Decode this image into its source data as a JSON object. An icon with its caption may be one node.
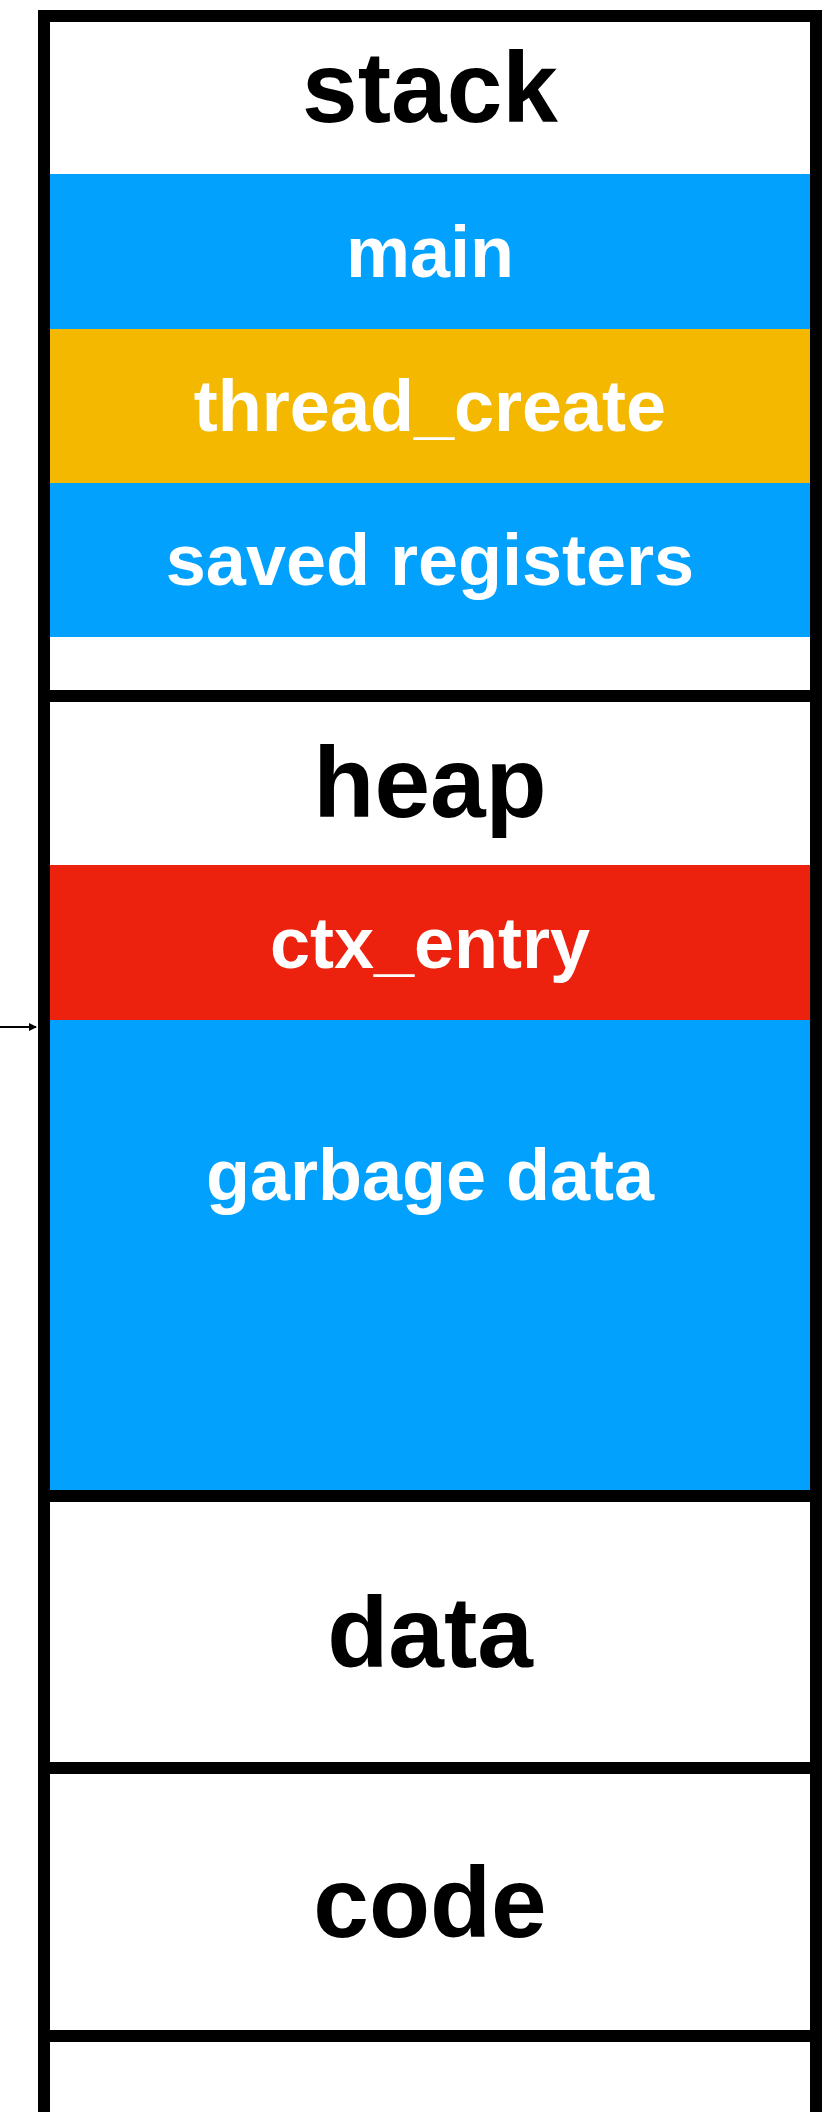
{
  "diagram": {
    "nodes": [
      {
        "text": [
          "stack"
        ]
      },
      {
        "text": [
          "main"
        ],
        "in": 0
      },
      {
        "text": [
          "thread_create"
        ],
        "in": 0
      },
      {
        "text": [
          "saved registers"
        ],
        "in": 0
      },
      {
        "text": [
          "heap"
        ]
      },
      {
        "text": [
          "ctx_entry"
        ],
        "in": 4
      },
      {
        "text": [
          "garbage data"
        ],
        "in": 4
      },
      {
        "text": [
          "data"
        ]
      },
      {
        "text": [
          "code"
        ]
      },
      {
        "text": [],
        "shape": "box"
      }
    ],
    "edges": [
      {
        "from": null,
        "to": 6,
        "arrow": "to"
      }
    ]
  }
}
